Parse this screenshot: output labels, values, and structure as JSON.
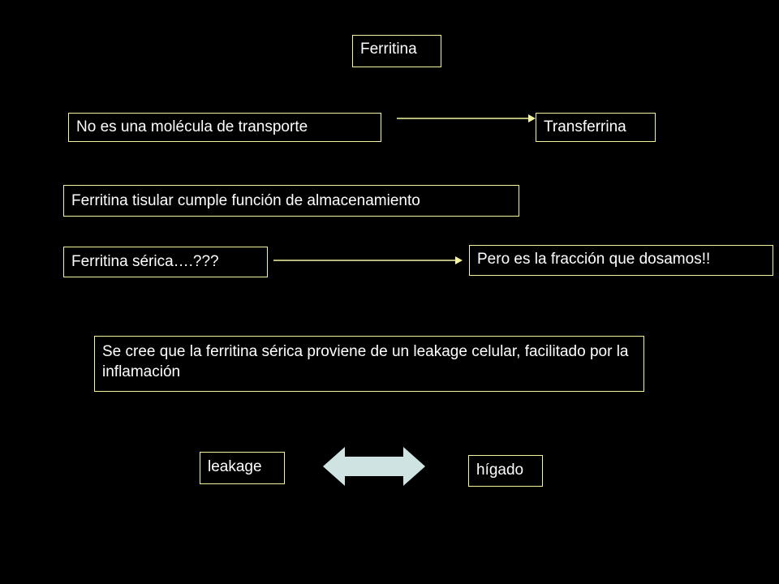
{
  "slide": {
    "background": "#000000",
    "box_border_color": "#f5f5a0",
    "arrow_color": "#f5f5a0",
    "double_arrow_color": "#cfe3e3",
    "title": "Ferritina",
    "row1": {
      "left": "No es una molécula de transporte",
      "right": "Transferrina"
    },
    "row2": {
      "text": "Ferritina tisular cumple función de almacenamiento"
    },
    "row3": {
      "left": "Ferritina sérica….???",
      "right": "Pero es la fracción que dosamos!!"
    },
    "note": "Se cree que la ferritina sérica proviene de un leakage celular, facilitado por la inflamación",
    "bottom": {
      "left": "leakage",
      "right": "hígado"
    }
  }
}
